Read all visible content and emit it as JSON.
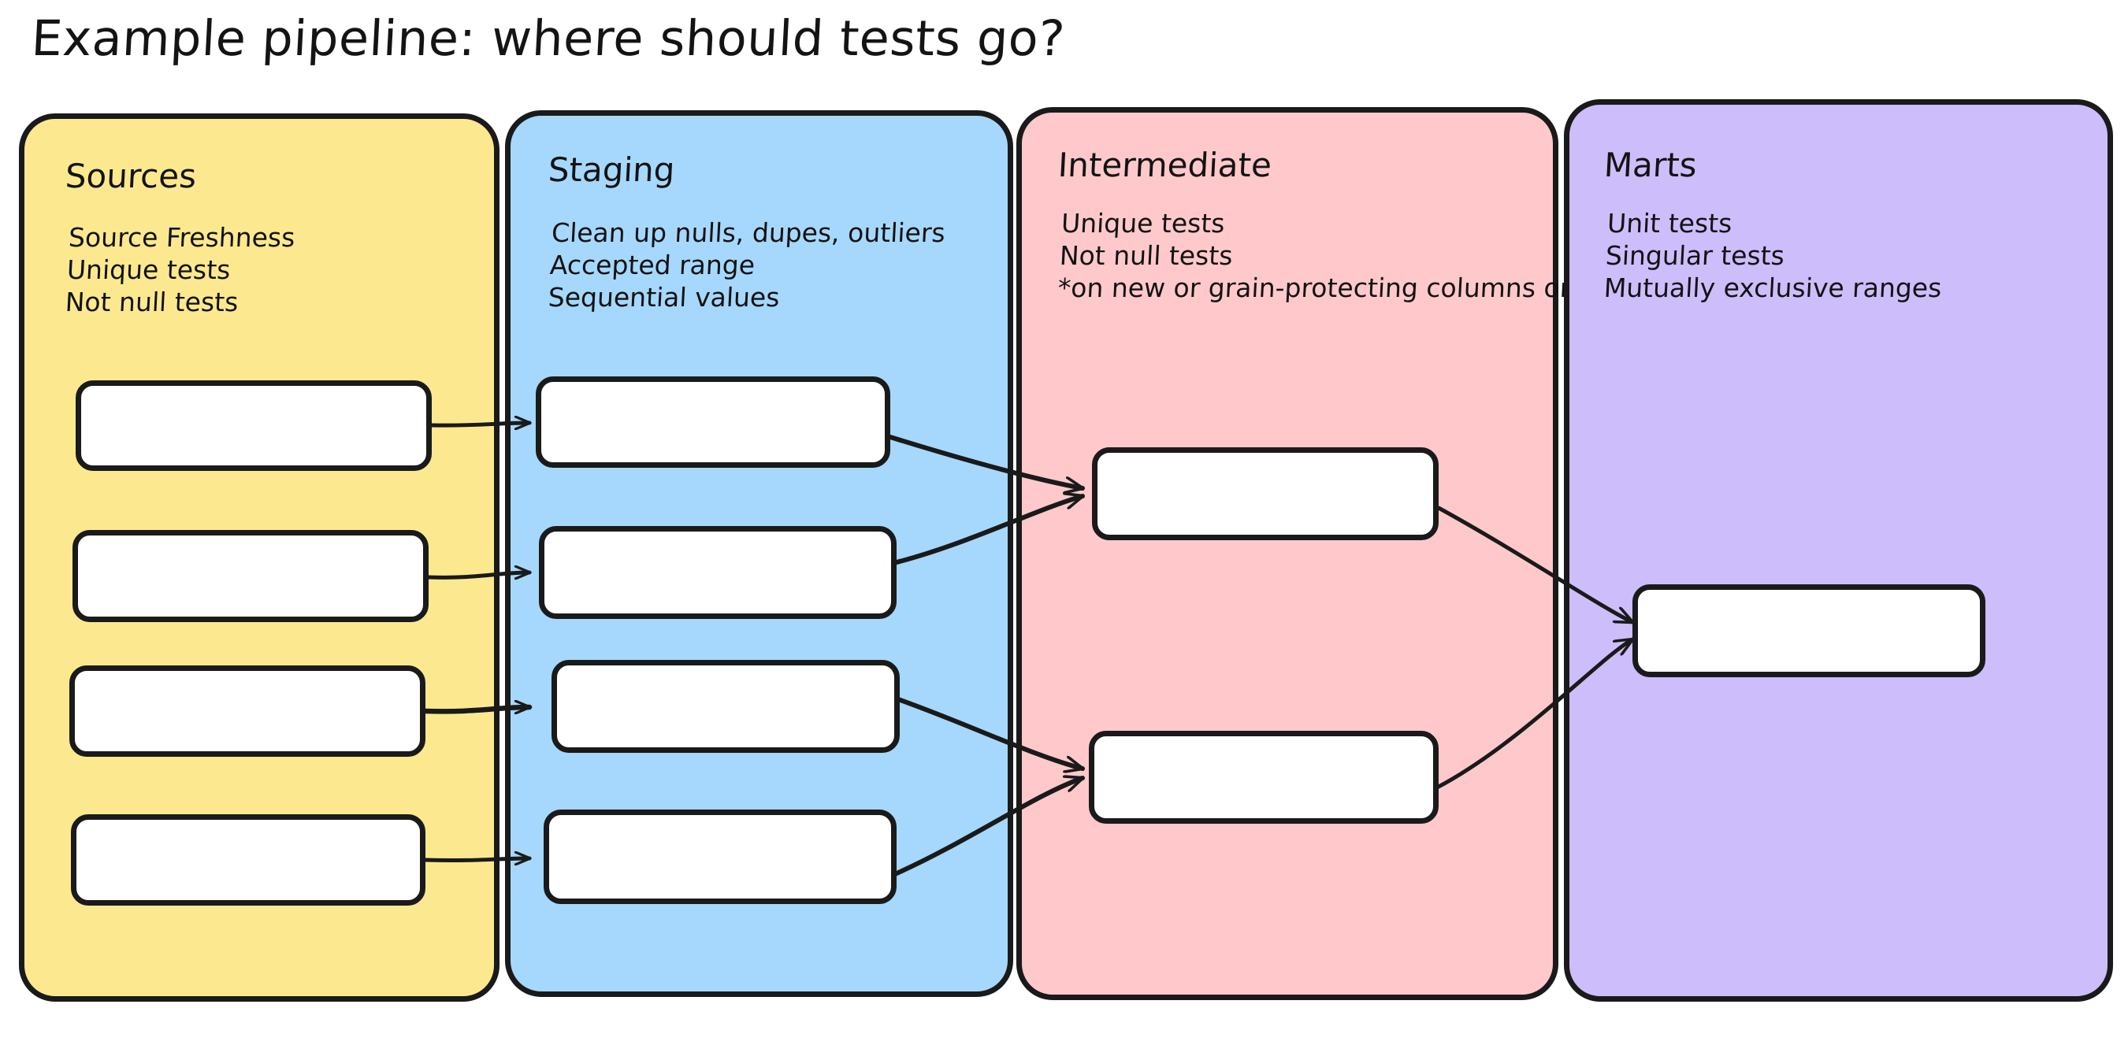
{
  "title": "Example pipeline: where should tests go?",
  "colors": {
    "sources": "#FCE98F",
    "staging": "#A5D8FC",
    "intermediate": "#FFC9CB",
    "marts": "#CDBDFB",
    "stroke": "#1a1a1a",
    "node_fill": "#ffffff",
    "text": "#131313",
    "background": "#ffffff"
  },
  "lanes": [
    {
      "id": "sources",
      "title": "Sources",
      "notes": [
        "Source Freshness",
        "Unique tests",
        "Not null tests"
      ],
      "node_count": 4
    },
    {
      "id": "staging",
      "title": "Staging",
      "notes": [
        "Clean up nulls, dupes, outliers",
        "Accepted range",
        "Sequential values"
      ],
      "node_count": 4
    },
    {
      "id": "intermediate",
      "title": "Intermediate",
      "notes": [
        "Unique tests",
        "Not null tests",
        "*on new or grain-protecting columns only"
      ],
      "node_count": 2
    },
    {
      "id": "marts",
      "title": "Marts",
      "notes": [
        "Unit tests",
        "Singular tests",
        "Mutually exclusive ranges"
      ],
      "node_count": 1
    }
  ],
  "nodes": [
    {
      "id": "src-1",
      "lane": "sources",
      "label": ""
    },
    {
      "id": "src-2",
      "lane": "sources",
      "label": ""
    },
    {
      "id": "src-3",
      "lane": "sources",
      "label": ""
    },
    {
      "id": "src-4",
      "lane": "sources",
      "label": ""
    },
    {
      "id": "stg-1",
      "lane": "staging",
      "label": ""
    },
    {
      "id": "stg-2",
      "lane": "staging",
      "label": ""
    },
    {
      "id": "stg-3",
      "lane": "staging",
      "label": ""
    },
    {
      "id": "stg-4",
      "lane": "staging",
      "label": ""
    },
    {
      "id": "int-1",
      "lane": "intermediate",
      "label": ""
    },
    {
      "id": "int-2",
      "lane": "intermediate",
      "label": ""
    },
    {
      "id": "mart-1",
      "lane": "marts",
      "label": ""
    }
  ],
  "edges": [
    {
      "from": "src-1",
      "to": "stg-1"
    },
    {
      "from": "src-2",
      "to": "stg-2"
    },
    {
      "from": "src-3",
      "to": "stg-3"
    },
    {
      "from": "src-4",
      "to": "stg-4"
    },
    {
      "from": "stg-1",
      "to": "int-1"
    },
    {
      "from": "stg-2",
      "to": "int-1"
    },
    {
      "from": "stg-3",
      "to": "int-2"
    },
    {
      "from": "stg-4",
      "to": "int-2"
    },
    {
      "from": "int-1",
      "to": "mart-1"
    },
    {
      "from": "int-2",
      "to": "mart-1"
    }
  ]
}
